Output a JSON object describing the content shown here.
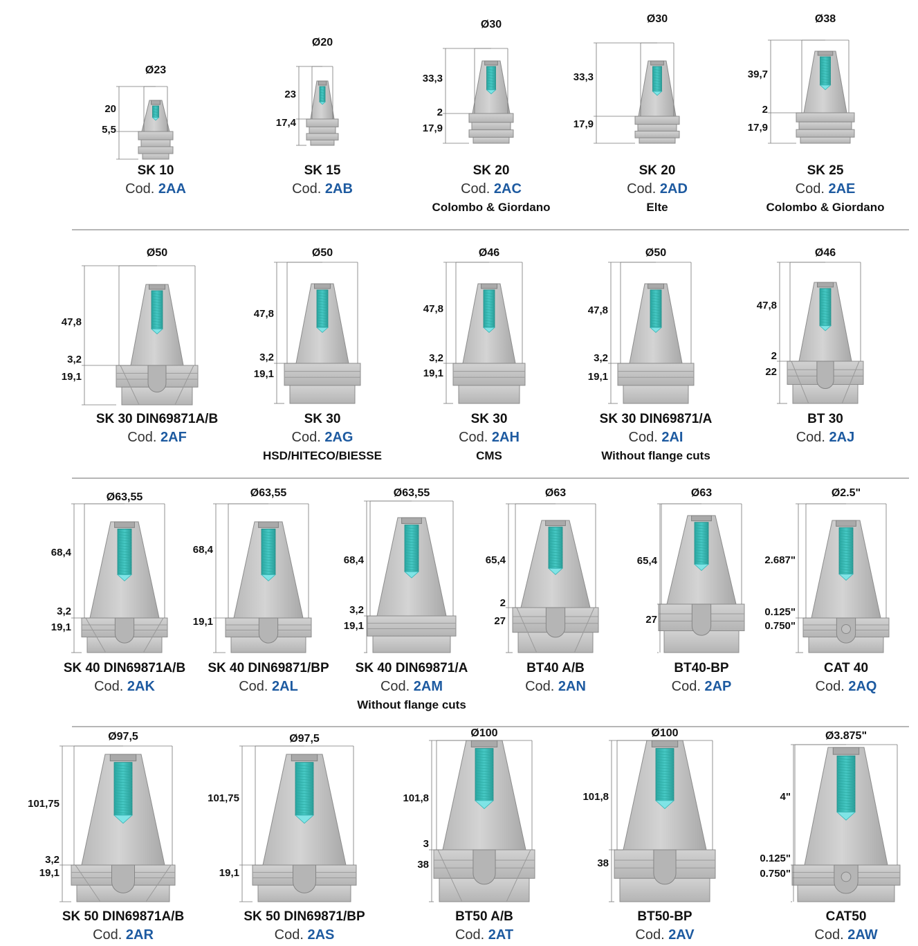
{
  "items": [
    {
      "name": "SK 10",
      "cod_label": "Cod.",
      "code": "2AA",
      "sub": "",
      "dia": "Ø23",
      "dims": [
        "20",
        "5,5"
      ]
    },
    {
      "name": "SK 15",
      "cod_label": "Cod.",
      "code": "2AB",
      "sub": "",
      "dia": "Ø20",
      "dims": [
        "23",
        "17,4"
      ]
    },
    {
      "name": "SK 20",
      "cod_label": "Cod.",
      "code": "2AC",
      "sub": "Colombo & Giordano",
      "dia": "Ø30",
      "dims": [
        "33,3",
        "2",
        "17,9"
      ]
    },
    {
      "name": "SK 20",
      "cod_label": "Cod.",
      "code": "2AD",
      "sub": "Elte",
      "dia": "Ø30",
      "dims": [
        "33,3",
        "17,9"
      ]
    },
    {
      "name": "SK 25",
      "cod_label": "Cod.",
      "code": "2AE",
      "sub": "Colombo & Giordano",
      "dia": "Ø38",
      "dims": [
        "39,7",
        "2",
        "17,9"
      ]
    },
    {
      "name": "SK 30 DIN69871A/B",
      "cod_label": "Cod.",
      "code": "2AF",
      "sub": "",
      "dia": "Ø50",
      "dims": [
        "47,8",
        "3,2",
        "19,1"
      ]
    },
    {
      "name": "SK 30",
      "cod_label": "Cod.",
      "code": "2AG",
      "sub": "HSD/HITECO/BIESSE",
      "dia": "Ø50",
      "dims": [
        "47,8",
        "3,2",
        "19,1"
      ]
    },
    {
      "name": "SK 30",
      "cod_label": "Cod.",
      "code": "2AH",
      "sub": "CMS",
      "dia": "Ø46",
      "dims": [
        "47,8",
        "3,2",
        "19,1"
      ]
    },
    {
      "name": "SK 30 DIN69871/A",
      "cod_label": "Cod.",
      "code": "2AI",
      "sub": "Without flange cuts",
      "dia": "Ø50",
      "dims": [
        "47,8",
        "3,2",
        "19,1"
      ]
    },
    {
      "name": "BT 30",
      "cod_label": "Cod.",
      "code": "2AJ",
      "sub": "",
      "dia": "Ø46",
      "dims": [
        "47,8",
        "2",
        "22"
      ]
    },
    {
      "name": "SK 40 DIN69871A/B",
      "cod_label": "Cod.",
      "code": "2AK",
      "sub": "",
      "dia": "Ø63,55",
      "dims": [
        "68,4",
        "3,2",
        "19,1"
      ]
    },
    {
      "name": "SK 40 DIN69871/BP",
      "cod_label": "Cod.",
      "code": "2AL",
      "sub": "",
      "dia": "Ø63,55",
      "dims": [
        "68,4",
        "19,1"
      ]
    },
    {
      "name": "SK 40 DIN69871/A",
      "cod_label": "Cod.",
      "code": "2AM",
      "sub": "Without flange cuts",
      "dia": "Ø63,55",
      "dims": [
        "68,4",
        "3,2",
        "19,1"
      ]
    },
    {
      "name": "BT40 A/B",
      "cod_label": "Cod.",
      "code": "2AN",
      "sub": "",
      "dia": "Ø63",
      "dims": [
        "65,4",
        "2",
        "27"
      ]
    },
    {
      "name": "BT40-BP",
      "cod_label": "Cod.",
      "code": "2AP",
      "sub": "",
      "dia": "Ø63",
      "dims": [
        "65,4",
        "27"
      ]
    },
    {
      "name": "CAT 40",
      "cod_label": "Cod.",
      "code": "2AQ",
      "sub": "",
      "dia": "Ø2.5\"",
      "dims": [
        "2.687\"",
        "0.125\"",
        "0.750\""
      ]
    },
    {
      "name": "SK 50 DIN69871A/B",
      "cod_label": "Cod.",
      "code": "2AR",
      "sub": "",
      "dia": "Ø97,5",
      "dims": [
        "101,75",
        "3,2",
        "19,1"
      ]
    },
    {
      "name": "SK 50 DIN69871/BP",
      "cod_label": "Cod.",
      "code": "2AS",
      "sub": "",
      "dia": "Ø97,5",
      "dims": [
        "101,75",
        "19,1"
      ]
    },
    {
      "name": "BT50 A/B",
      "cod_label": "Cod.",
      "code": "2AT",
      "sub": "",
      "dia": "Ø100",
      "dims": [
        "101,8",
        "3",
        "38"
      ]
    },
    {
      "name": "BT50-BP",
      "cod_label": "Cod.",
      "code": "2AV",
      "sub": "",
      "dia": "Ø100",
      "dims": [
        "101,8",
        "38"
      ]
    },
    {
      "name": "CAT50",
      "cod_label": "Cod.",
      "code": "2AW",
      "sub": "",
      "dia": "Ø3.875\"",
      "dims": [
        "4\"",
        "0.125\"",
        "0.750\""
      ]
    }
  ]
}
